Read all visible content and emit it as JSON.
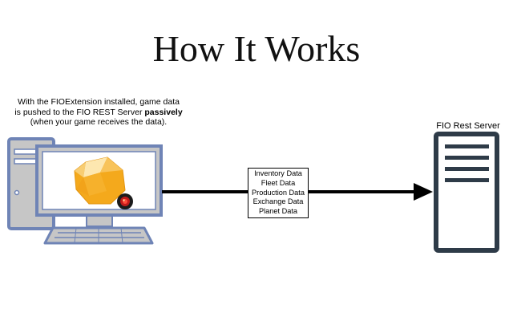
{
  "title": "How It Works",
  "description": {
    "line1": "With the FIOExtension installed, game data",
    "line2_prefix": "is pushed to the FIO REST Server ",
    "line2_bold": "passively",
    "line3": "(when your game receives the data)."
  },
  "server": {
    "label": "FIO Rest Server"
  },
  "data_types": [
    "Inventory Data",
    "Fleet Data",
    "Production Data",
    "Exchange Data",
    "Planet Data"
  ],
  "colors": {
    "computer_frame": "#6f84b6",
    "computer_fill": "#c6c6c6",
    "screen_bg": "#ffffff",
    "planet": "#f4a91c",
    "server_stroke": "#2e3b48",
    "arrow": "#000000"
  },
  "icons": {
    "computer": "desktop-computer-icon",
    "server": "server-rack-icon",
    "game_logo": "orange-polyhedron-icon",
    "extension": "red-eye-icon"
  }
}
